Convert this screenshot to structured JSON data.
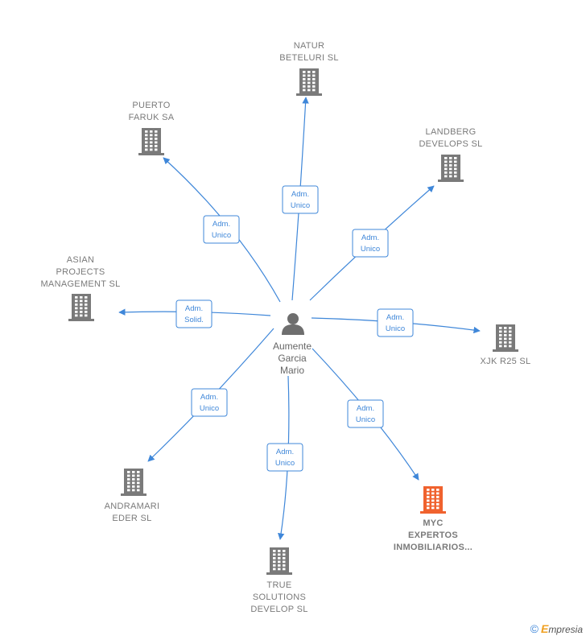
{
  "center": {
    "name_lines": [
      "Aumente",
      "Garcia",
      "Mario"
    ]
  },
  "companies": [
    {
      "id": "natur",
      "lines": [
        "NATUR",
        "BETELURI  SL"
      ],
      "relation": [
        "Adm.",
        "Unico"
      ],
      "highlight": false
    },
    {
      "id": "puerto",
      "lines": [
        "PUERTO",
        "FARUK SA"
      ],
      "relation": [
        "Adm.",
        "Unico"
      ],
      "highlight": false
    },
    {
      "id": "landberg",
      "lines": [
        "LANDBERG",
        "DEVELOPS SL"
      ],
      "relation": [
        "Adm.",
        "Unico"
      ],
      "highlight": false
    },
    {
      "id": "asian",
      "lines": [
        "ASIAN",
        "PROJECTS",
        "MANAGEMENT SL"
      ],
      "relation": [
        "Adm.",
        "Solid."
      ],
      "highlight": false
    },
    {
      "id": "xjk",
      "lines": [
        "XJK R25 SL"
      ],
      "relation": [
        "Adm.",
        "Unico"
      ],
      "highlight": false
    },
    {
      "id": "andramari",
      "lines": [
        "ANDRAMARI",
        "EDER SL"
      ],
      "relation": [
        "Adm.",
        "Unico"
      ],
      "highlight": false
    },
    {
      "id": "true",
      "lines": [
        "TRUE",
        "SOLUTIONS",
        "DEVELOP  SL"
      ],
      "relation": [
        "Adm.",
        "Unico"
      ],
      "highlight": false
    },
    {
      "id": "myc",
      "lines": [
        "MYC",
        "EXPERTOS",
        "INMOBILIARIOS..."
      ],
      "relation": [
        "Adm.",
        "Unico"
      ],
      "highlight": true
    }
  ],
  "colors": {
    "edge": "#3f87d9",
    "building": "#7a7a7a",
    "building_highlight": "#f0622e",
    "person": "#6e6e6e"
  },
  "footer": {
    "copyright": "©",
    "brand_initial": "E",
    "brand_rest": "mpresia"
  }
}
